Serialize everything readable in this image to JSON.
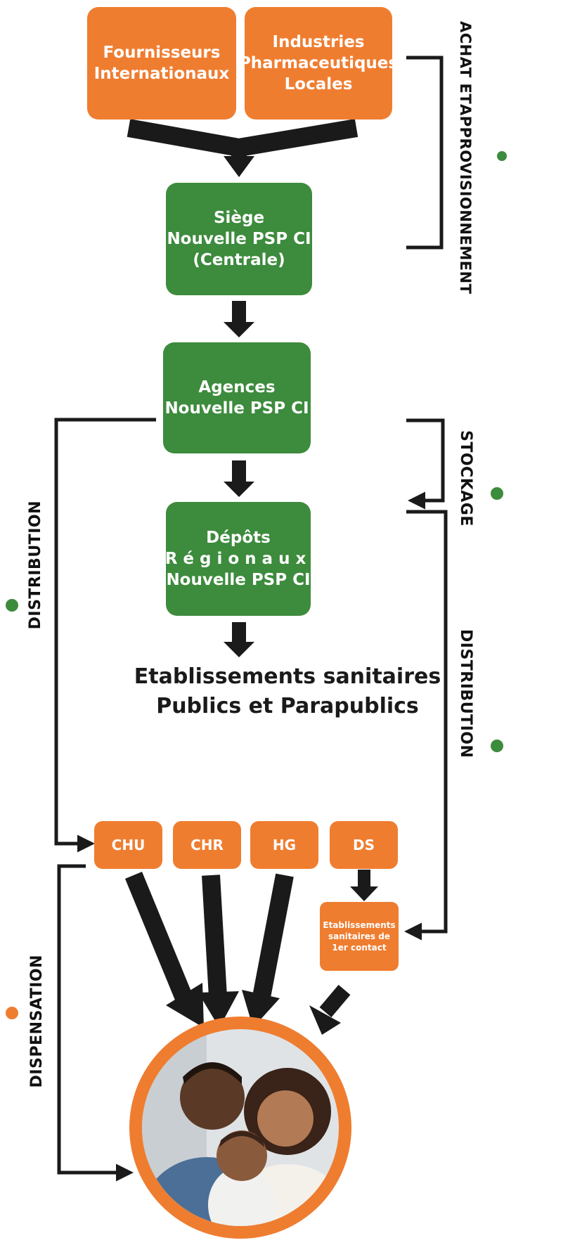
{
  "suppliers": {
    "international": [
      "Fournisseurs",
      "Internationaux"
    ],
    "local": [
      "Industries",
      "Pharmaceutiques",
      "Locales"
    ]
  },
  "nodes": {
    "siege": [
      "Siège",
      "Nouvelle PSP CI",
      "(Centrale)"
    ],
    "agences": [
      "Agences",
      "Nouvelle PSP CI"
    ],
    "depots": [
      "Dépôts",
      "Régionaux",
      "Nouvelle PSP CI"
    ]
  },
  "facilities_heading": [
    "Etablissements sanitaires",
    "Publics et Parapublics"
  ],
  "facilities": [
    "CHU",
    "CHR",
    "HG",
    "DS"
  ],
  "first_contact": [
    "Etablissements",
    "sanitaires de",
    "1er contact"
  ],
  "side_labels": {
    "achat": [
      "ACHAT ET",
      "APPROVISIONNEMENT"
    ],
    "stockage": "STOCKAGE",
    "distribution_right": "DISTRIBUTION",
    "distribution_left": "DISTRIBUTION",
    "dispensation": "DISPENSATION"
  },
  "photo_icon": "family-photo",
  "colors": {
    "orange": "#ef7d30",
    "green": "#3d8b3d",
    "arrow": "#1a1a1a"
  }
}
